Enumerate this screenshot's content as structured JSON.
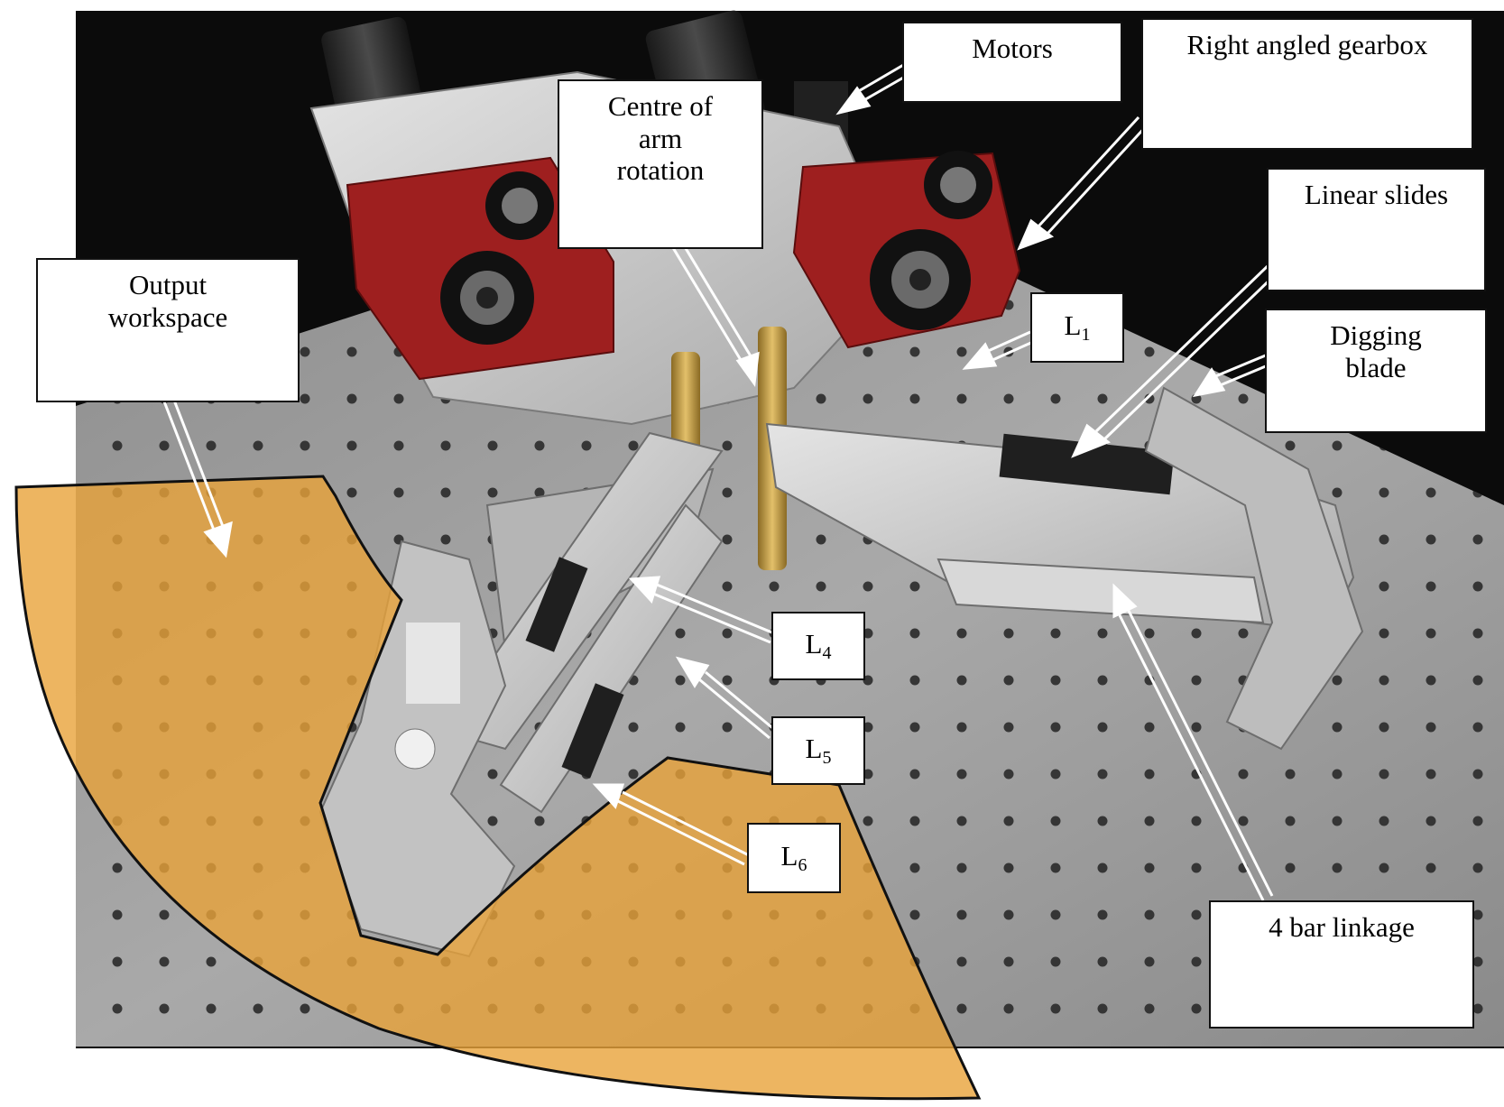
{
  "colors": {
    "workspace_fill": "#E8A33A",
    "background_dark": "#0b0b0b",
    "table_grey": "#9a9a9a",
    "gearbox_red": "#9e1f1f",
    "aluminium": "#c9c9c9",
    "brass": "#c9a24a"
  },
  "labels": {
    "motors": "Motors",
    "right_angled_gearbox": "Right angled gearbox",
    "centre_of_arm_rotation": "Centre of\narm\nrotation",
    "linear_slides": "Linear slides",
    "output_workspace": "Output\nworkspace",
    "digging_blade": "Digging\nblade",
    "four_bar_linkage": "4 bar linkage",
    "l1": {
      "main": "L",
      "sub": "1"
    },
    "l4": {
      "main": "L",
      "sub": "4"
    },
    "l5": {
      "main": "L",
      "sub": "5"
    },
    "l6": {
      "main": "L",
      "sub": "6"
    }
  }
}
